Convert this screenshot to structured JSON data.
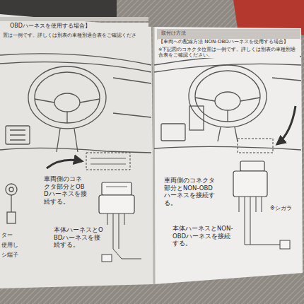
{
  "diagram": {
    "nodes": [
      {
        "text": [
          "取付け方法"
        ]
      }
    ],
    "labels": [
      "OBDハーネスを使用する場合】",
      "置は一例です。詳しくは別表の車種別適合表をご確認くださ",
      "車両側のコネクタ部分とOBDハーネスを接続する。",
      "本体ハーネスとOBDハーネスを接続する。",
      "ター",
      "使用し",
      "シ端子",
      "【車両への配線方法 NON-OBDハーネスを使用する場合】",
      "※下記図のコネクタ位置は一例です。詳しくは別表の車種別適合表をご確認ください。",
      "車両側のコネクタ部分とNON-OBDハーネスを接続する。",
      "本体ハーネスとNON-OBDハーネスを接続する。",
      "※シガラ"
    ]
  }
}
